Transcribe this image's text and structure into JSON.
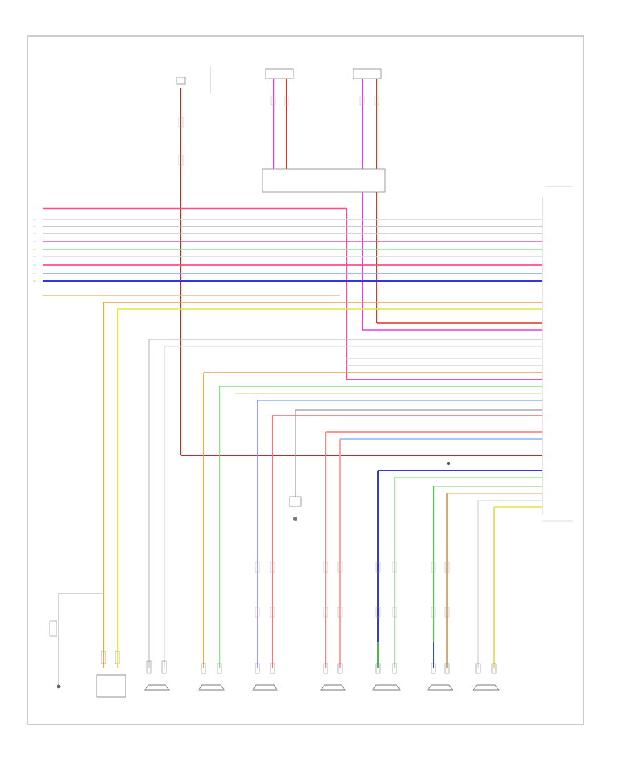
{
  "diagram": {
    "footer_text": "",
    "top_labels": {
      "fuse_block": "",
      "speaker_left": "",
      "speaker_right": "",
      "module": ""
    },
    "right_header": "",
    "unit_label": "",
    "components": [
      {
        "id": "aux",
        "label": ""
      },
      {
        "id": "rt-tw",
        "label": ""
      },
      {
        "id": "lt-tw",
        "label": ""
      },
      {
        "id": "rf-door",
        "label": ""
      },
      {
        "id": "lf-door",
        "label": ""
      },
      {
        "id": "rr-door",
        "label": ""
      },
      {
        "id": "lr-door",
        "label": ""
      },
      {
        "id": "sub",
        "label": ""
      }
    ],
    "wire_colors": {
      "pink": "#ff4d8f",
      "red": "#e0301e",
      "magenta": "#e83ae8",
      "green": "#37c837",
      "lightgreen": "#9be49b",
      "blue": "#3535e6",
      "lightblue": "#8fb0ff",
      "orange": "#e0a040",
      "yellow": "#e8e040",
      "gray": "#b8b8b8",
      "lightgray": "#d8d8d8",
      "darkred": "#c8281e",
      "frame": "#999999"
    }
  }
}
